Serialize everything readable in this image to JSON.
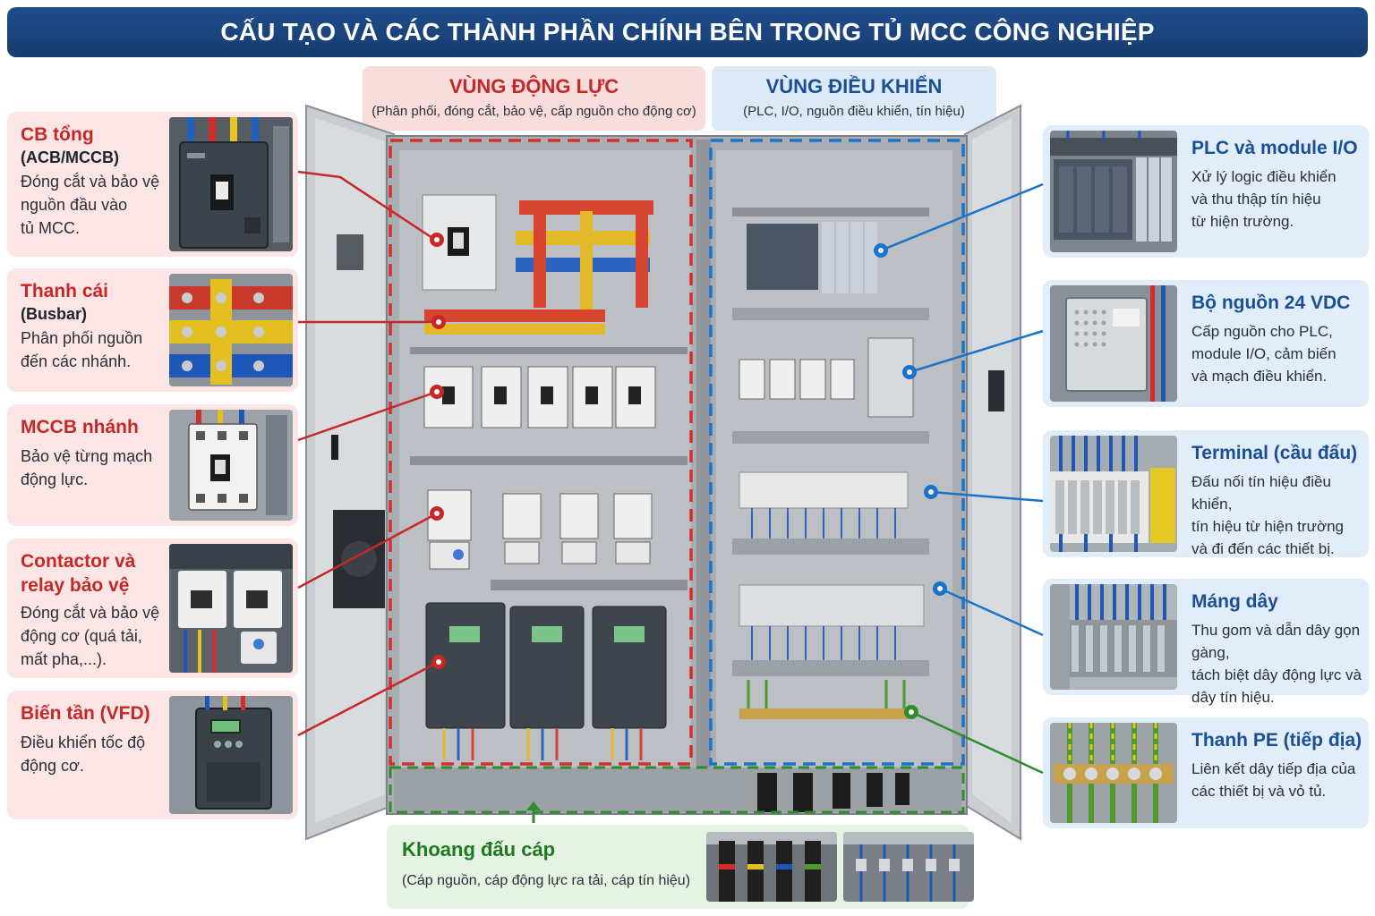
{
  "title": "CẤU TẠO VÀ CÁC THÀNH PHẦN CHÍNH BÊN TRONG TỦ MCC CÔNG NGHIỆP",
  "zones": {
    "power": {
      "title": "VÙNG ĐỘNG LỰC",
      "subtitle": "(Phân phối, đóng cắt, bảo vệ, cấp nguồn cho động cơ)",
      "color": "#c62828"
    },
    "control": {
      "title": "VÙNG ĐIỀU KHIỂN",
      "subtitle": "(PLC, I/O, nguồn điều khiển, tín hiệu)",
      "color": "#1a73c8"
    },
    "cable": {
      "title": "Khoang đấu cáp",
      "subtitle": "(Cáp nguồn, cáp động lực ra tải, cáp tín hiệu)",
      "color": "#2e8b2e"
    }
  },
  "left_components": [
    {
      "title": "CB tổng",
      "subtitle": "(ACB/MCCB)",
      "description": [
        "Đóng cắt và bảo vệ",
        "nguồn đầu vào",
        "tủ MCC."
      ],
      "icon": "mccb-breaker-icon"
    },
    {
      "title": "Thanh cái",
      "subtitle": "(Busbar)",
      "description": [
        "Phân phối nguồn",
        "đến các nhánh."
      ],
      "icon": "busbar-icon"
    },
    {
      "title": "MCCB nhánh",
      "subtitle": "",
      "description": [
        "Bảo vệ từng mạch",
        "động lực."
      ],
      "icon": "branch-breaker-icon"
    },
    {
      "title": "Contactor và relay bảo vệ",
      "title_lines": [
        "Contactor và",
        "relay bảo vệ"
      ],
      "subtitle": "",
      "description": [
        "Đóng cắt và bảo vệ",
        "động cơ (quá tải,",
        "mất pha,...)."
      ],
      "icon": "contactor-icon"
    },
    {
      "title": "Biến tần (VFD)",
      "subtitle": "",
      "description": [
        "Điều khiển tốc độ",
        "động cơ."
      ],
      "icon": "vfd-icon"
    }
  ],
  "right_components": [
    {
      "title": "PLC và module I/O",
      "description": [
        "Xử lý logic điều khiển",
        "và thu thập tín hiệu",
        "từ hiện trường."
      ],
      "icon": "plc-icon"
    },
    {
      "title": "Bộ nguồn 24 VDC",
      "description": [
        "Cấp nguồn cho PLC,",
        "module I/O, cảm biến",
        "và mạch điều khiển."
      ],
      "icon": "power-supply-icon"
    },
    {
      "title": "Terminal (cầu đấu)",
      "description": [
        "Đấu nối tín hiệu điều khiển,",
        "tín hiệu từ hiện trường",
        "và đi đến các thiết bị."
      ],
      "icon": "terminal-block-icon"
    },
    {
      "title": "Máng dây",
      "description": [
        "Thu gom và dẫn dây gọn gàng,",
        "tách biệt dây động lực và",
        "dây tín hiệu."
      ],
      "icon": "wire-duct-icon"
    },
    {
      "title": "Thanh PE (tiếp địa)",
      "description": [
        "Liên kết dây tiếp địa của",
        "các thiết bị và vỏ tủ."
      ],
      "icon": "ground-bar-icon"
    }
  ]
}
